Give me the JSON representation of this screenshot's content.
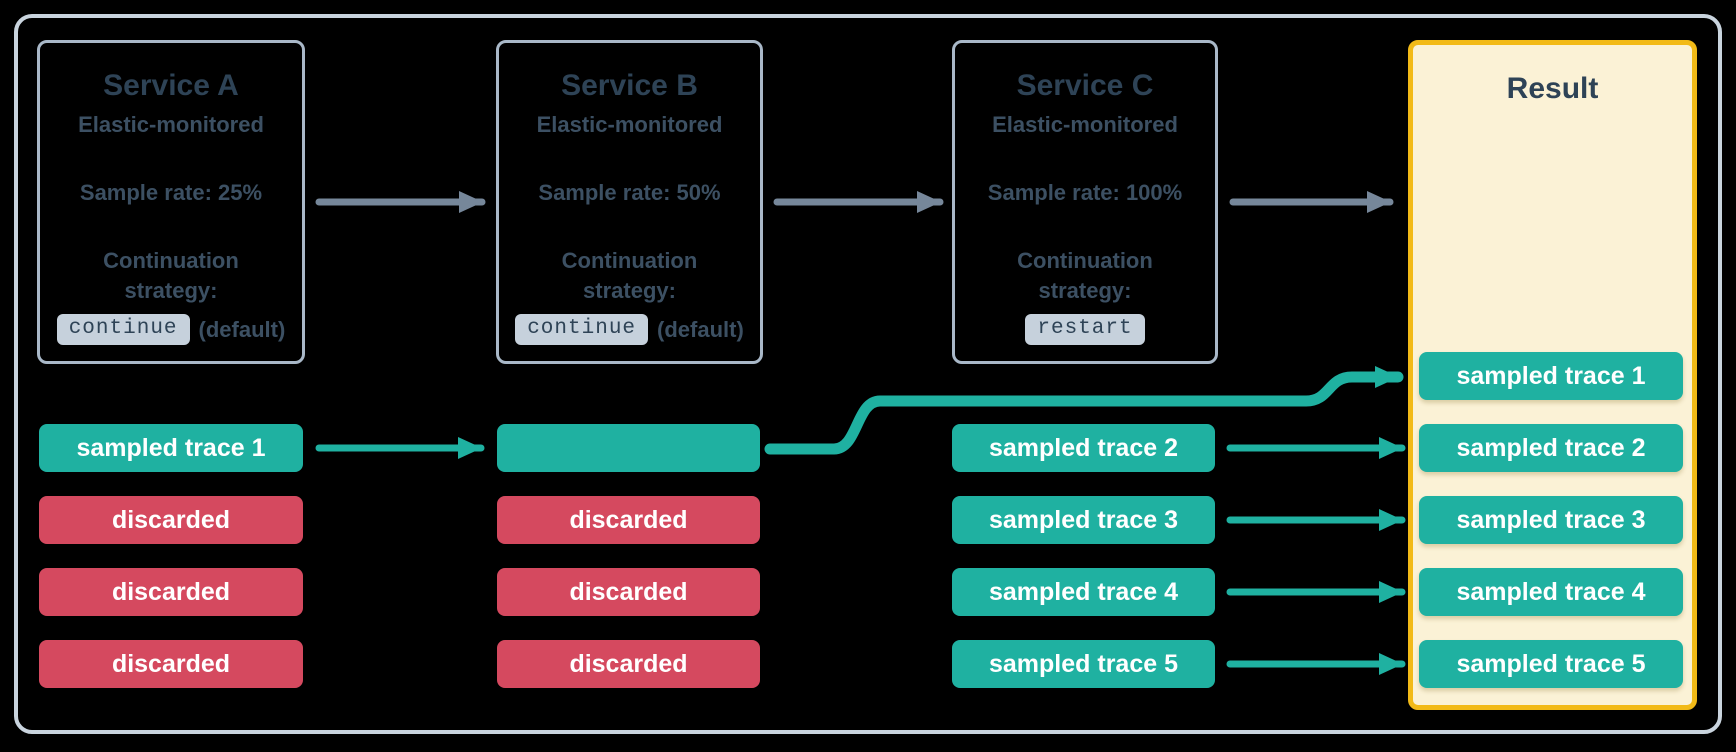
{
  "services": [
    {
      "title": "Service A",
      "subtitle": "Elastic-monitored",
      "sample_rate": "Sample rate: 25%",
      "strategy_label": "Continuation strategy:",
      "strategy_value": "continue",
      "strategy_suffix": "(default)"
    },
    {
      "title": "Service B",
      "subtitle": "Elastic-monitored",
      "sample_rate": "Sample rate: 50%",
      "strategy_label": "Continuation strategy:",
      "strategy_value": "continue",
      "strategy_suffix": "(default)"
    },
    {
      "title": "Service C",
      "subtitle": "Elastic-monitored",
      "sample_rate": "Sample rate: 100%",
      "strategy_label": "Continuation strategy:",
      "strategy_value": "restart",
      "strategy_suffix": ""
    }
  ],
  "columns": {
    "a": [
      "sampled trace 1",
      "discarded",
      "discarded",
      "discarded"
    ],
    "b": [
      "",
      "discarded",
      "discarded",
      "discarded"
    ],
    "c": [
      "sampled trace 2",
      "sampled trace 3",
      "sampled trace 4",
      "sampled trace 5"
    ]
  },
  "result": {
    "title": "Result",
    "traces": [
      "sampled trace 1",
      "sampled trace 2",
      "sampled trace 3",
      "sampled trace 4",
      "sampled trace 5"
    ]
  },
  "colors": {
    "sampled_teal": "#1fb1a1",
    "discarded_red": "#d5495f",
    "result_background": "#fbf2d6",
    "result_border_gold": "#f2ba17",
    "flow_arrow_gray": "#76879a",
    "box_border": "#a9b8c8",
    "outer_frame": "#c9d4de",
    "dark_slate_text": "#2e4356",
    "badge_background": "#c6d1dc"
  }
}
